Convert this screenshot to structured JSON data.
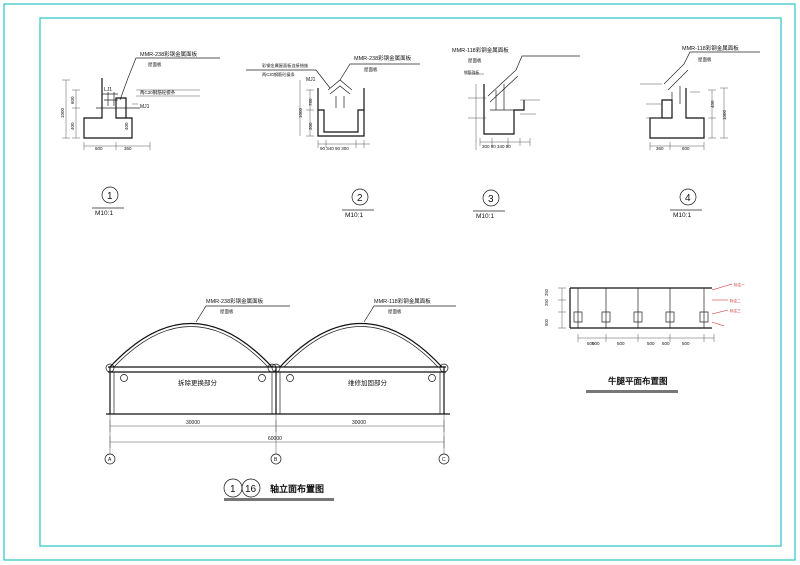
{
  "details": [
    {
      "number": "1",
      "scale": "M10:1",
      "callout_main": "MMR-238彩钢金属面板",
      "callout_sub": "屋面板",
      "callout_sub2": "两C20钢筋砼檩条",
      "label_lj": "LJ1",
      "label_mj": "MJ1",
      "dims": {
        "h1": "600",
        "h2": "1000",
        "h3": "400",
        "w1": "600",
        "w2": "360",
        "r1": "400"
      }
    },
    {
      "number": "2",
      "scale": "M10:1",
      "callout_main": "MMR-238彩钢金属面板",
      "callout_sub": "屋面板",
      "callout_sub2": "彩钢金属屋面板连接措施",
      "callout_sub3": "两C20钢筋砼檩条",
      "label_mj": "MJ1",
      "dims": {
        "h1": "1000",
        "h2": "780",
        "h3": "300",
        "w": "90 340 90 300"
      }
    },
    {
      "number": "3",
      "scale": "M10:1",
      "callout_main": "MMR-118彩钢金属面板",
      "callout_sub": "屋面板",
      "callout_side": "钢筋锚板",
      "dims": {
        "h": "",
        "w": "300 90 340 90"
      }
    },
    {
      "number": "4",
      "scale": "M10:1",
      "callout_main": "MMR-118彩钢金属面板",
      "callout_sub": "屋面板",
      "dims": {
        "h1": "400",
        "h2": "1000",
        "w1": "360",
        "w2": "600"
      }
    }
  ],
  "elevation": {
    "number": "1",
    "sheet": "16",
    "title": "轴立面布置图",
    "callout_left": "MMR-238彩钢金属面板",
    "callout_left_sub": "屋面板",
    "callout_right": "MMR-118彩钢金属面板",
    "callout_right_sub": "屋面板",
    "zone_left": "拆除更换部分",
    "zone_right": "维修加固部分",
    "dim_left": "30000",
    "dim_right": "30000",
    "dim_total": "60000",
    "axes": [
      "A",
      "B",
      "C"
    ]
  },
  "plan": {
    "title": "牛腿平面布置图",
    "dims_bottom": [
      "500",
      "500",
      "500",
      "500",
      "500",
      "500"
    ],
    "dims_left": [
      "250",
      "250",
      "500"
    ],
    "tags": [
      "标注一",
      "标注二",
      "标注三"
    ]
  }
}
